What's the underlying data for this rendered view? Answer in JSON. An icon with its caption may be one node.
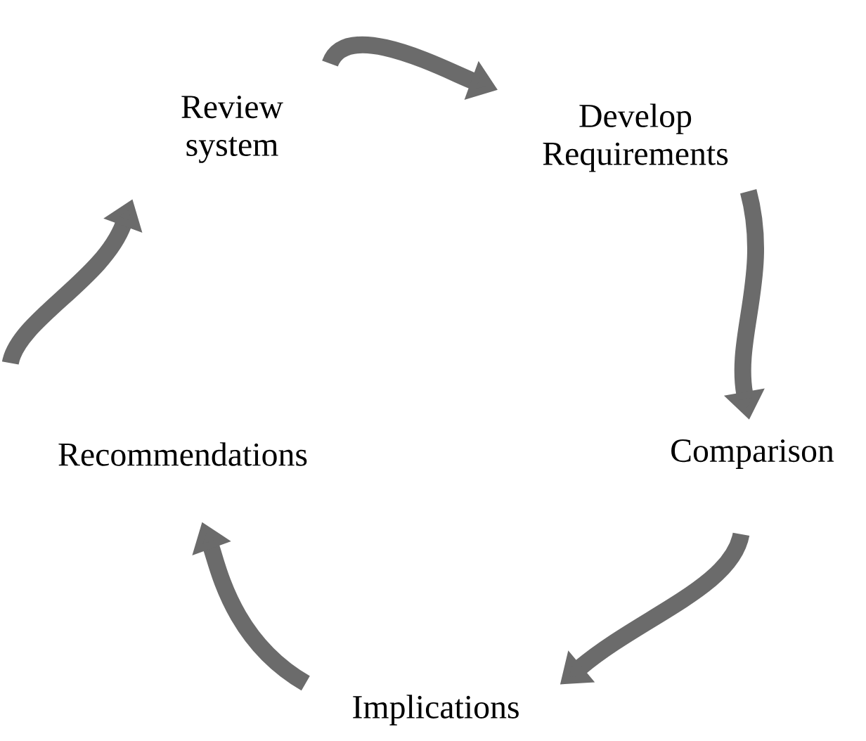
{
  "diagram": {
    "nodes": [
      {
        "text": [
          "Review system"
        ]
      },
      {
        "text": [
          "Develop Requirements"
        ]
      },
      {
        "text": [
          "Comparison"
        ]
      },
      {
        "text": [
          "Implications"
        ]
      },
      {
        "text": [
          "Recommendations"
        ]
      }
    ],
    "edges": [
      {
        "from": 0,
        "to": 1,
        "arrow": "to"
      },
      {
        "from": 1,
        "to": 2,
        "arrow": "to"
      },
      {
        "from": 2,
        "to": 3,
        "arrow": "to"
      },
      {
        "from": 3,
        "to": 4,
        "arrow": "to"
      },
      {
        "from": 4,
        "to": 0,
        "arrow": "to"
      }
    ]
  }
}
